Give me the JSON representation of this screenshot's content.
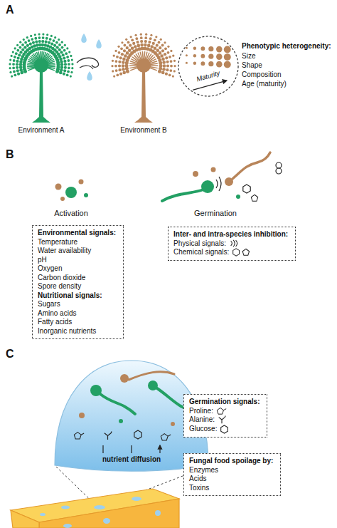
{
  "diagram": {
    "nodes": [
      {
        "text": [
          "Maturity"
        ]
      },
      {
        "text": [
          "Environmental signals:",
          "Temperature",
          "Water availability",
          "pH",
          "Oxygen",
          "Carbon dioxide",
          "Spore density",
          "Nutritional signals:",
          "Sugars",
          "Amino acids",
          "Fatty acids",
          "Inorganic nutrients"
        ]
      },
      {
        "text": [
          "Inter- and intra-species inhibition:",
          "Physical signals:",
          "Chemical signals:"
        ]
      },
      {
        "text": [
          "nutrient diffusion"
        ]
      },
      {
        "text": [
          "Germination signals:",
          "Proline:",
          "Alanine:",
          "Glucose:"
        ]
      },
      {
        "text": [
          "Fungal food spoilage by:",
          "Enzymes",
          "Acids",
          "Toxins"
        ]
      }
    ],
    "labels": [
      "A",
      "Environment A",
      "Environment B",
      "Phenotypic heterogeneity:",
      "Size",
      "Shape",
      "Composition",
      "Age (maturity)",
      "B",
      "Activation",
      "Germination",
      "C"
    ]
  }
}
